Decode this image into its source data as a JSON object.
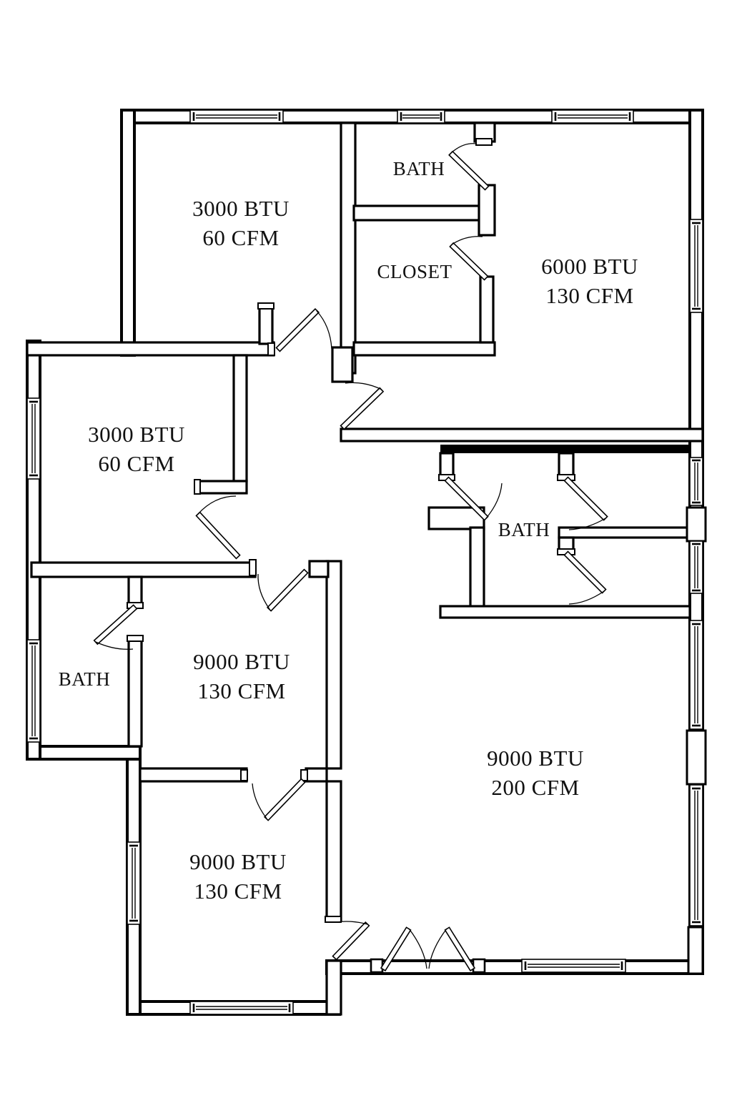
{
  "drawing": {
    "type": "floor-plan",
    "wall_color": "#000000",
    "background": "#ffffff"
  },
  "rooms": [
    {
      "id": "bedroom-top-left",
      "lines": [
        "3000 BTU",
        "60 CFM"
      ]
    },
    {
      "id": "bath-top",
      "lines": [
        "BATH"
      ]
    },
    {
      "id": "closet",
      "lines": [
        "CLOSET"
      ]
    },
    {
      "id": "bedroom-top-right",
      "lines": [
        "6000 BTU",
        "130 CFM"
      ]
    },
    {
      "id": "bedroom-mid-left",
      "lines": [
        "3000 BTU",
        "60 CFM"
      ]
    },
    {
      "id": "bath-mid-right",
      "lines": [
        "BATH"
      ]
    },
    {
      "id": "bath-left",
      "lines": [
        "BATH"
      ]
    },
    {
      "id": "bedroom-center",
      "lines": [
        "9000 BTU",
        "130 CFM"
      ]
    },
    {
      "id": "living-room",
      "lines": [
        "9000 BTU",
        "200 CFM"
      ]
    },
    {
      "id": "bedroom-bottom-left",
      "lines": [
        "9000 BTU",
        "130 CFM"
      ]
    }
  ]
}
